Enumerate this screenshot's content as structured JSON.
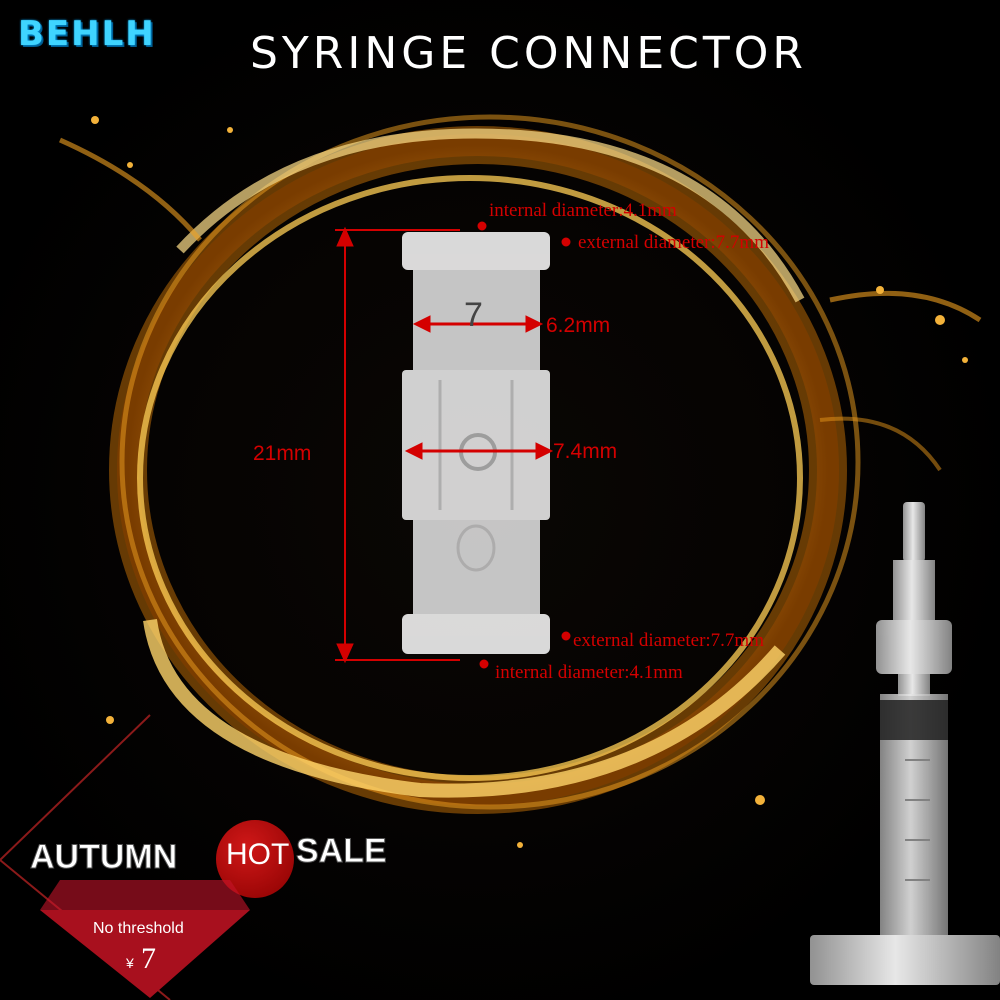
{
  "brand": {
    "name": "BEHLH"
  },
  "title": "SYRINGE CONNECTOR",
  "dimensions": {
    "internal_top": "internal diameter:4.1mm",
    "external_top": "external diameter:7.7mm",
    "upper_width": "6.2mm",
    "middle_width": "7.4mm",
    "length": "21mm",
    "external_bottom": "external diameter:7.7mm",
    "internal_bottom": "internal diameter:4.1mm"
  },
  "part_marking": "7",
  "promo": {
    "word1": "AUTUMN",
    "badge": "HOT",
    "word2": "SALE",
    "voucher_label": "No threshold",
    "currency": "¥",
    "amount": "7"
  },
  "colors": {
    "accent_red": "#d40000",
    "gold": "#f2a51a",
    "brand_blue": "#3fd4ff"
  }
}
